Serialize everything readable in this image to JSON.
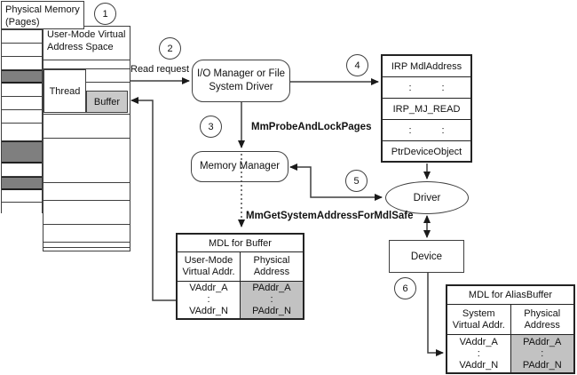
{
  "colors": {
    "page_used_fill": "#7f7f7f",
    "buffer_fill": "#c9c9c9",
    "paddr_fill": "#c2c2c2"
  },
  "steps": [
    "1",
    "2",
    "3",
    "4",
    "5",
    "6"
  ],
  "physical_memory": {
    "title_line1": "Physical Memory",
    "title_line2": "(Pages)",
    "rows": [
      {
        "h": 15,
        "shaded": false
      },
      {
        "h": 15,
        "shaded": false
      },
      {
        "h": 15,
        "shaded": false
      },
      {
        "h": 15,
        "shaded": true
      },
      {
        "h": 15,
        "shaded": false
      },
      {
        "h": 15,
        "shaded": false
      },
      {
        "h": 15,
        "shaded": false
      },
      {
        "h": 20,
        "shaded": false
      },
      {
        "h": 25,
        "shaded": true
      },
      {
        "h": 15,
        "shaded": false
      },
      {
        "h": 15,
        "shaded": true
      },
      {
        "h": 14,
        "shaded": false
      },
      {
        "h": 13,
        "shaded": false
      }
    ]
  },
  "user_mode": {
    "title": "User-Mode Virtual Address Space",
    "thread_label": "Thread",
    "buffer_label": "Buffer"
  },
  "flow": {
    "read_request": "Read request",
    "io_manager_line1": "I/O Manager or File",
    "io_manager_line2": "System Driver",
    "mm_probe_and_lock": "MmProbeAndLockPages",
    "memory_manager": "Memory Manager",
    "mm_get_system_address": "MmGetSystemAddressForMdlSafe",
    "driver": "Driver",
    "device": "Device"
  },
  "irp": {
    "row_mdl_address": "IRP MdlAddress",
    "colon": ":",
    "row_mj_read": "IRP_MJ_READ",
    "row_ptr_device_object": "PtrDeviceObject"
  },
  "mdl_buffer": {
    "title": "MDL for Buffer",
    "col1_header_line1": "User-Mode",
    "col1_header_line2": "Virtual Addr.",
    "col2_header_line1": "Physical",
    "col2_header_line2": "Address",
    "col1_cell_top": "VAddr_A",
    "col1_cell_mid": ":",
    "col1_cell_bottom": "VAddr_N",
    "col2_cell_top": "PAddr_A",
    "col2_cell_mid": ":",
    "col2_cell_bottom": "PAddr_N"
  },
  "mdl_alias": {
    "title": "MDL for AliasBuffer",
    "col1_header_line1": "System",
    "col1_header_line2": "Virtual Addr.",
    "col2_header_line1": "Physical",
    "col2_header_line2": "Address",
    "col1_cell_top": "VAddr_A",
    "col1_cell_mid": ":",
    "col1_cell_bottom": "VAddr_N",
    "col2_cell_top": "PAddr_A",
    "col2_cell_mid": ":",
    "col2_cell_bottom": "PAddr_N"
  }
}
